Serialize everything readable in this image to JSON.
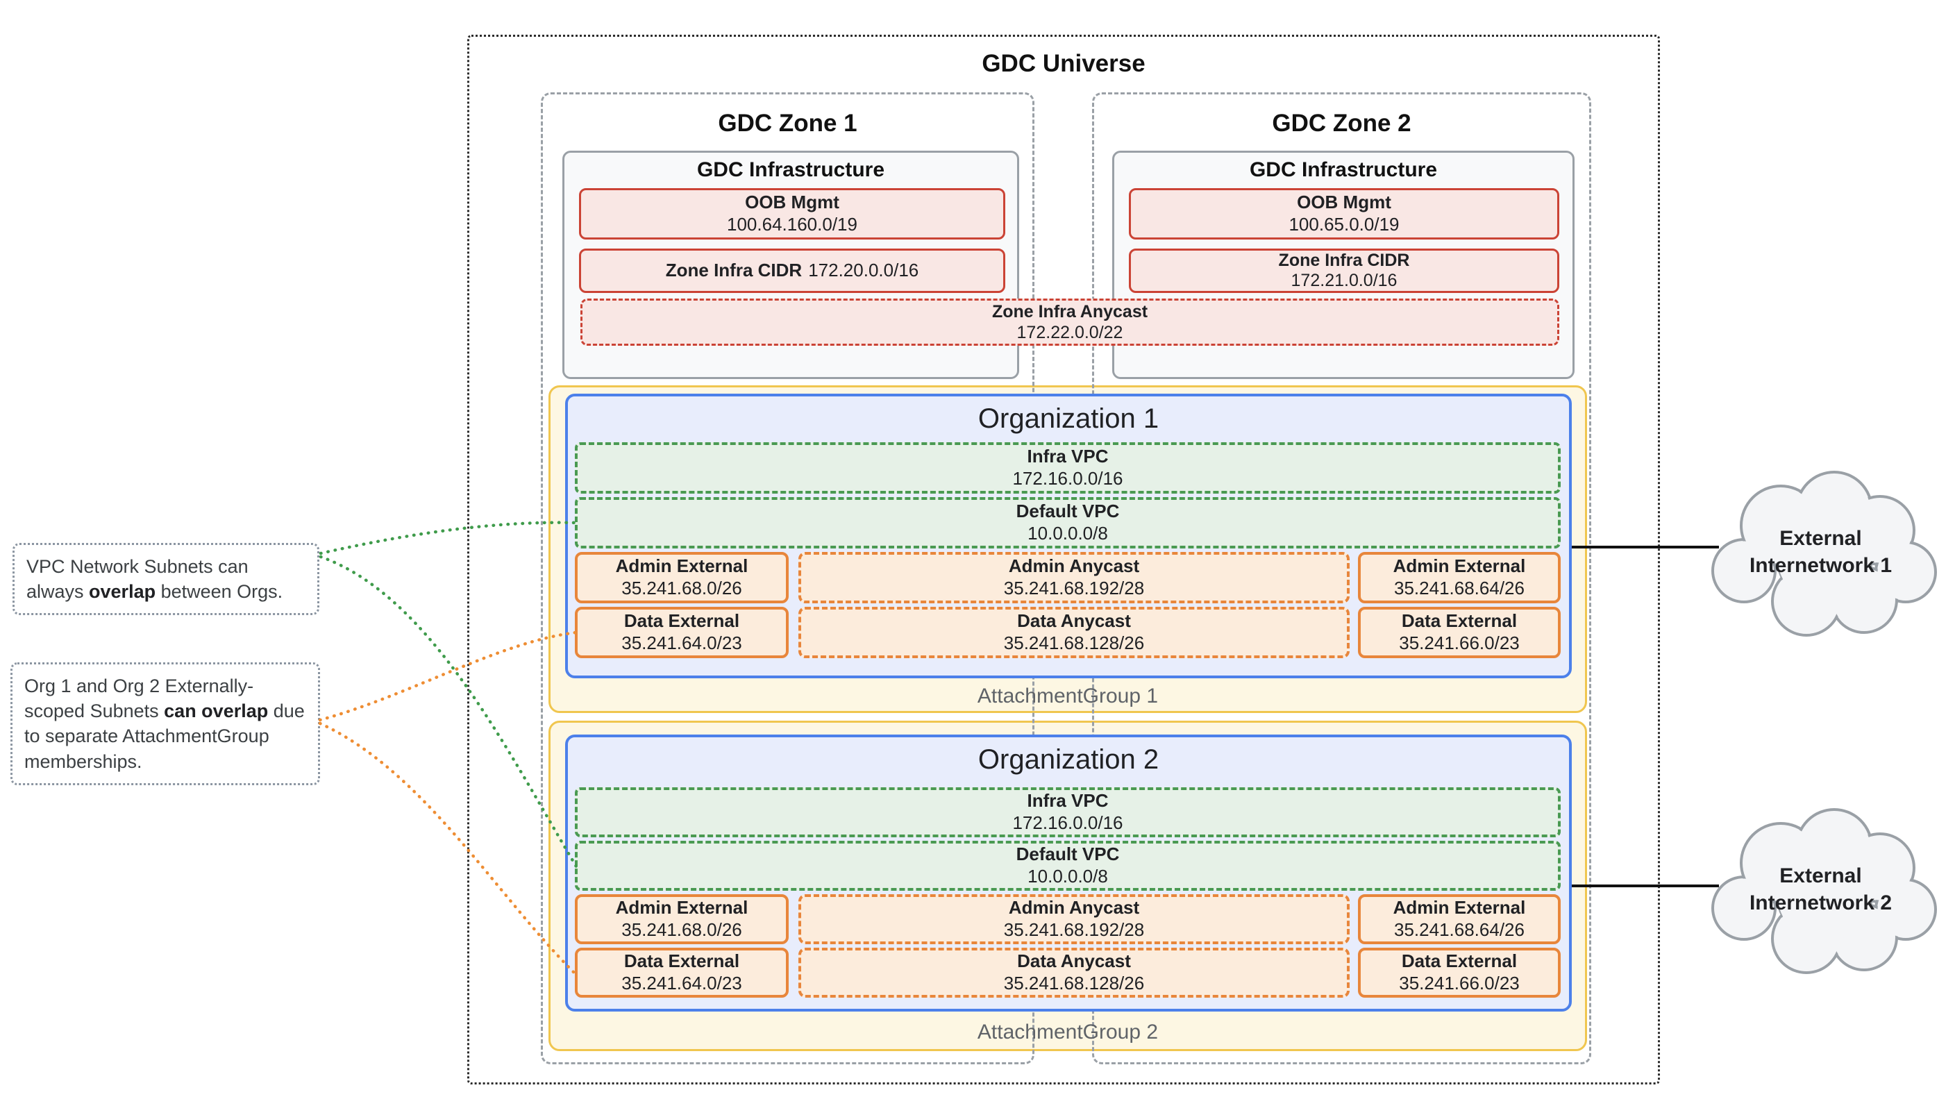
{
  "colors": {
    "red_border": "#cb4335",
    "red_fill": "#f9e7e4",
    "gray_border": "#9aa0a6",
    "gray_fill": "#f8f9fa",
    "yellow_border": "#f0c64f",
    "yellow_fill": "#fdf7e3",
    "blue_border": "#4c80ea",
    "blue_fill": "#e8edfc",
    "green_border": "#4a9a52",
    "green_fill": "#e6f1e7",
    "orange_border": "#e8863b",
    "orange_fill": "#fcecdc",
    "green_connector": "#3f9b4b",
    "orange_connector": "#ee8d33"
  },
  "universe": {
    "title": "GDC Universe"
  },
  "zones": [
    {
      "title": "GDC Zone 1",
      "infrastructure": {
        "title": "GDC Infrastructure",
        "oob": {
          "label": "OOB Mgmt",
          "cidr": "100.64.160.0/19"
        },
        "zone_cidr": {
          "label": "Zone Infra CIDR",
          "cidr": "172.20.0.0/16"
        }
      }
    },
    {
      "title": "GDC Zone 2",
      "infrastructure": {
        "title": "GDC Infrastructure",
        "oob": {
          "label": "OOB Mgmt",
          "cidr": "100.65.0.0/19"
        },
        "zone_cidr": {
          "label": "Zone Infra CIDR",
          "cidr": "172.21.0.0/16"
        }
      }
    }
  ],
  "zone_anycast": {
    "label": "Zone Infra Anycast",
    "cidr": "172.22.0.0/22"
  },
  "organizations": [
    {
      "title": "Organization 1",
      "attachment_group_label": "AttachmentGroup 1",
      "infra_vpc": {
        "label": "Infra VPC",
        "cidr": "172.16.0.0/16"
      },
      "default_vpc": {
        "label": "Default VPC",
        "cidr": "10.0.0.0/8"
      },
      "admin_external_left": {
        "label": "Admin External",
        "cidr": "35.241.68.0/26"
      },
      "admin_anycast": {
        "label": "Admin Anycast",
        "cidr": "35.241.68.192/28"
      },
      "admin_external_right": {
        "label": "Admin External",
        "cidr": "35.241.68.64/26"
      },
      "data_external_left": {
        "label": "Data External",
        "cidr": "35.241.64.0/23"
      },
      "data_anycast": {
        "label": "Data Anycast",
        "cidr": "35.241.68.128/26"
      },
      "data_external_right": {
        "label": "Data External",
        "cidr": "35.241.66.0/23"
      }
    },
    {
      "title": "Organization 2",
      "attachment_group_label": "AttachmentGroup 2",
      "infra_vpc": {
        "label": "Infra VPC",
        "cidr": "172.16.0.0/16"
      },
      "default_vpc": {
        "label": "Default VPC",
        "cidr": "10.0.0.0/8"
      },
      "admin_external_left": {
        "label": "Admin External",
        "cidr": "35.241.68.0/26"
      },
      "admin_anycast": {
        "label": "Admin Anycast",
        "cidr": "35.241.68.192/28"
      },
      "admin_external_right": {
        "label": "Admin External",
        "cidr": "35.241.68.64/26"
      },
      "data_external_left": {
        "label": "Data External",
        "cidr": "35.241.64.0/23"
      },
      "data_anycast": {
        "label": "Data Anycast",
        "cidr": "35.241.68.128/26"
      },
      "data_external_right": {
        "label": "Data External",
        "cidr": "35.241.66.0/23"
      }
    }
  ],
  "clouds": [
    {
      "line1": "External",
      "line2": "Internetwork 1"
    },
    {
      "line1": "External",
      "line2": "Internetwork 2"
    }
  ],
  "annotations": [
    {
      "pre": "VPC Network Subnets can always ",
      "bold": "overlap",
      "post": " between Orgs."
    },
    {
      "pre": "Org 1 and Org 2 Externally-scoped Subnets ",
      "bold": "can overlap",
      "post": " due to separate AttachmentGroup memberships."
    }
  ]
}
